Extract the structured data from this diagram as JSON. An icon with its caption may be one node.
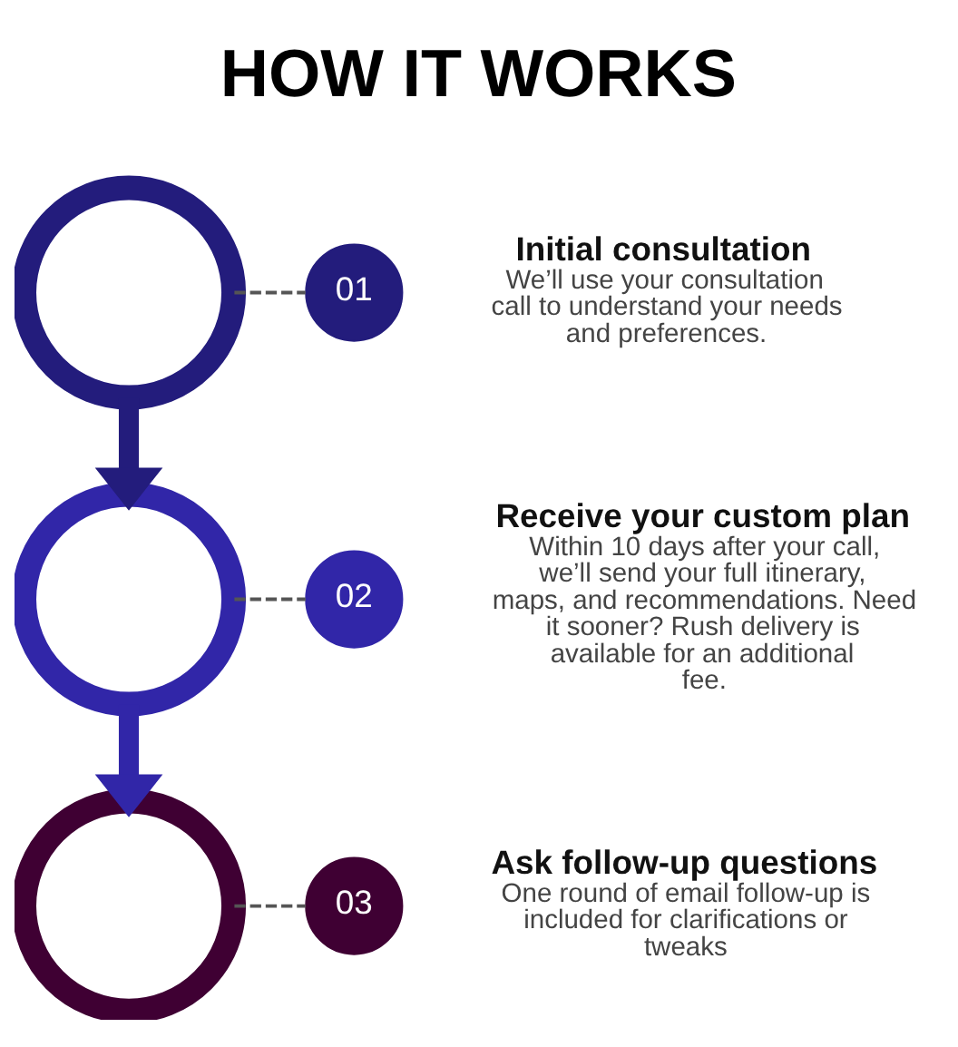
{
  "diagram": {
    "title": "HOW IT WORKS",
    "nodes": [
      {
        "text": [],
        "shape": "circle"
      },
      {
        "text": [
          "01"
        ],
        "beside": [
          "Initial consultation",
          "We’ll use your consultation call to understand your needs and preferences."
        ]
      },
      {
        "text": [],
        "shape": "circle"
      },
      {
        "text": [
          "02"
        ],
        "beside": [
          "Receive your custom plan",
          "Within 10 days after your call, we’ll send your full itinerary, maps, and recommendations. Need it sooner? Rush delivery is available for an additional fee."
        ]
      },
      {
        "text": [],
        "shape": "circle"
      },
      {
        "text": [
          "03"
        ],
        "beside": [
          "Ask follow-up questions",
          "One round of email follow-up is included for clarifications or tweaks"
        ]
      }
    ],
    "edges": [
      {
        "from": 0,
        "to": 1,
        "arrow": "none",
        "style": "dashed"
      },
      {
        "from": 0,
        "to": 2,
        "arrow": "to",
        "style": "thick",
        "color": "#231c7c"
      },
      {
        "from": 2,
        "to": 3,
        "arrow": "none",
        "style": "dashed"
      },
      {
        "from": 2,
        "to": 4,
        "arrow": "to",
        "style": "thick",
        "color": "#3126a8"
      },
      {
        "from": 4,
        "to": 5,
        "arrow": "none",
        "style": "dashed"
      }
    ]
  }
}
